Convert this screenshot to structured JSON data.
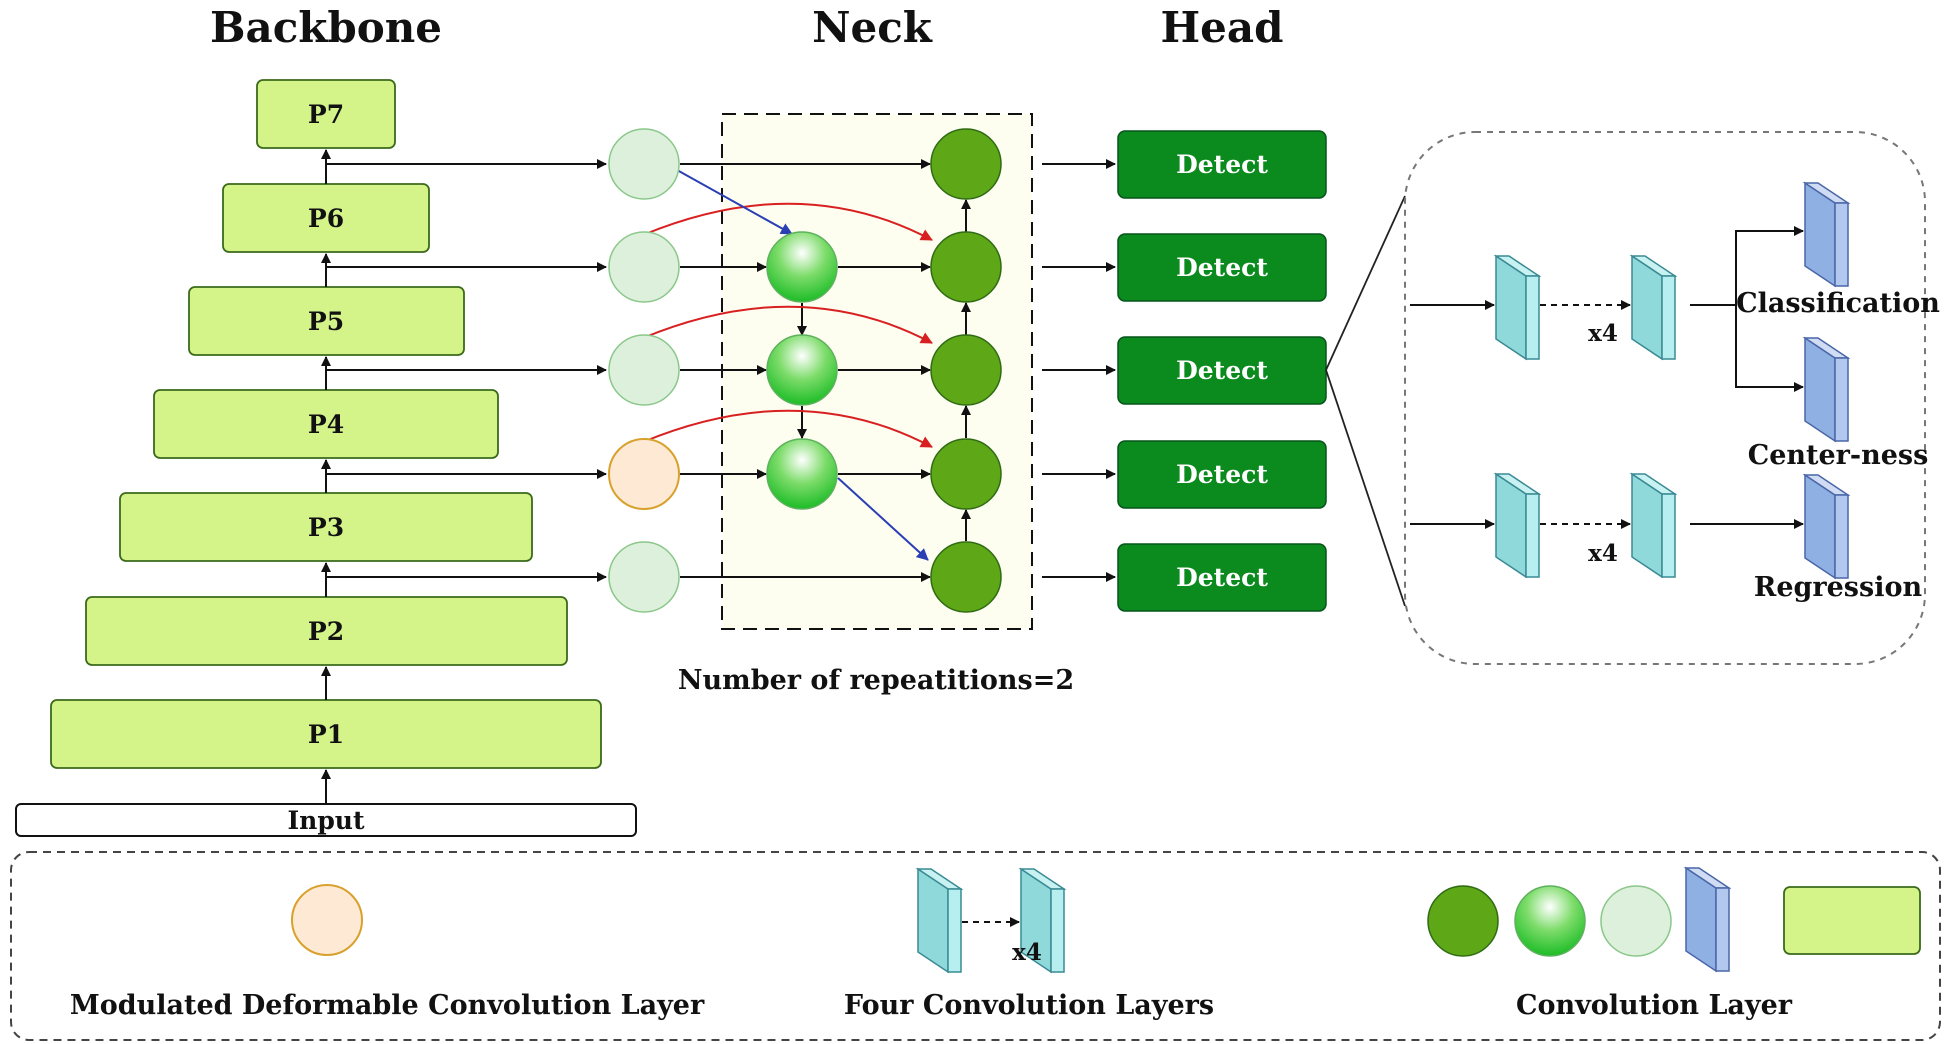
{
  "sections": {
    "backbone": "Backbone",
    "neck": "Neck",
    "head": "Head"
  },
  "backbone": {
    "input": "Input",
    "levels": [
      "P1",
      "P2",
      "P3",
      "P4",
      "P5",
      "P6",
      "P7"
    ]
  },
  "neck": {
    "repetitions": "Number of repeatitions=2"
  },
  "head": {
    "detect_labels": [
      "Detect",
      "Detect",
      "Detect",
      "Detect",
      "Detect"
    ],
    "branch_repeat": "x4",
    "outputs": [
      "Classification",
      "Center-ness",
      "Regression"
    ]
  },
  "legend": {
    "deformable": "Modulated Deformable Convolution Layer",
    "four_conv": "Four Convolution Layers",
    "four_conv_repeat": "x4",
    "conv": "Convolution Layer"
  },
  "colors": {
    "backbone_fill": "#d4f48a",
    "detect_fill": "#0b8a1e",
    "neck_dark": "#5ea817",
    "neck_light": "#ddf0dc",
    "deformable": "#fde9d4",
    "cube_teal": "#9de4e4",
    "cube_blue": "#9bb8e6",
    "skip_arrow": "#d92020",
    "cross_arrow": "#2a3fb4"
  }
}
